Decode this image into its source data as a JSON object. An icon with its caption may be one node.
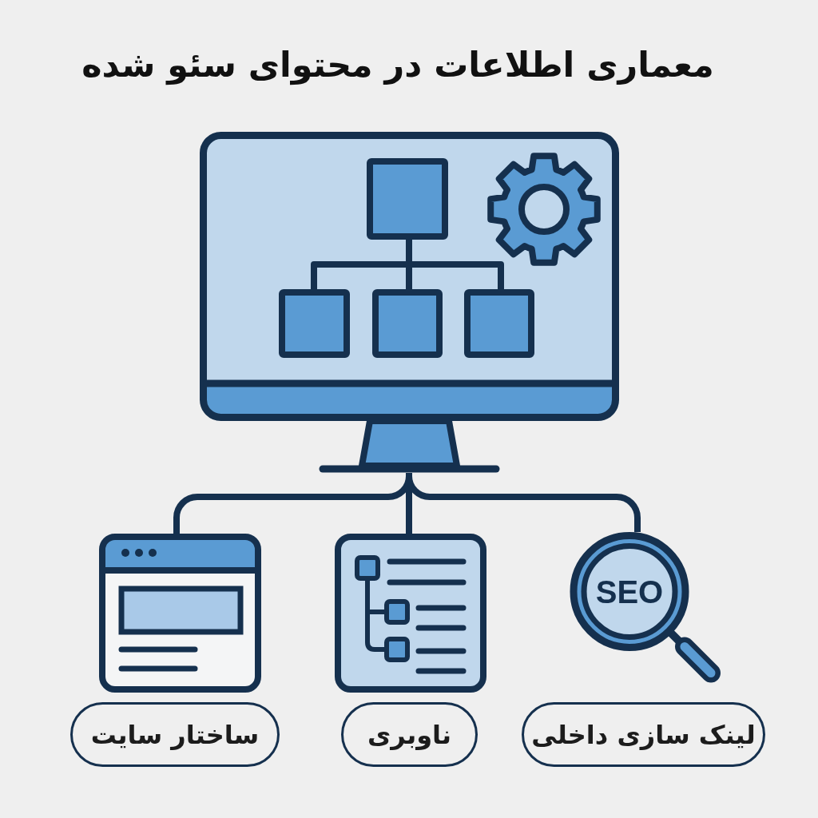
{
  "diagram": {
    "title": "معماری اطلاعات در محتوای سئو شده",
    "nodes": [
      {
        "text": [],
        "shape": "picture"
      },
      {
        "text": [],
        "shape": "picture"
      },
      {
        "text": [],
        "shape": "picture"
      },
      {
        "text": [
          "SEO"
        ]
      },
      {
        "text": [
          "ساختار سایت"
        ]
      },
      {
        "text": [
          "ناوبری"
        ]
      },
      {
        "text": [
          "لینک سازی داخلی"
        ]
      }
    ],
    "edges": [
      {
        "from": 0,
        "to": 1,
        "arrow": "none"
      },
      {
        "from": 0,
        "to": 2,
        "arrow": "none"
      },
      {
        "from": 0,
        "to": 3,
        "arrow": "none"
      }
    ]
  }
}
